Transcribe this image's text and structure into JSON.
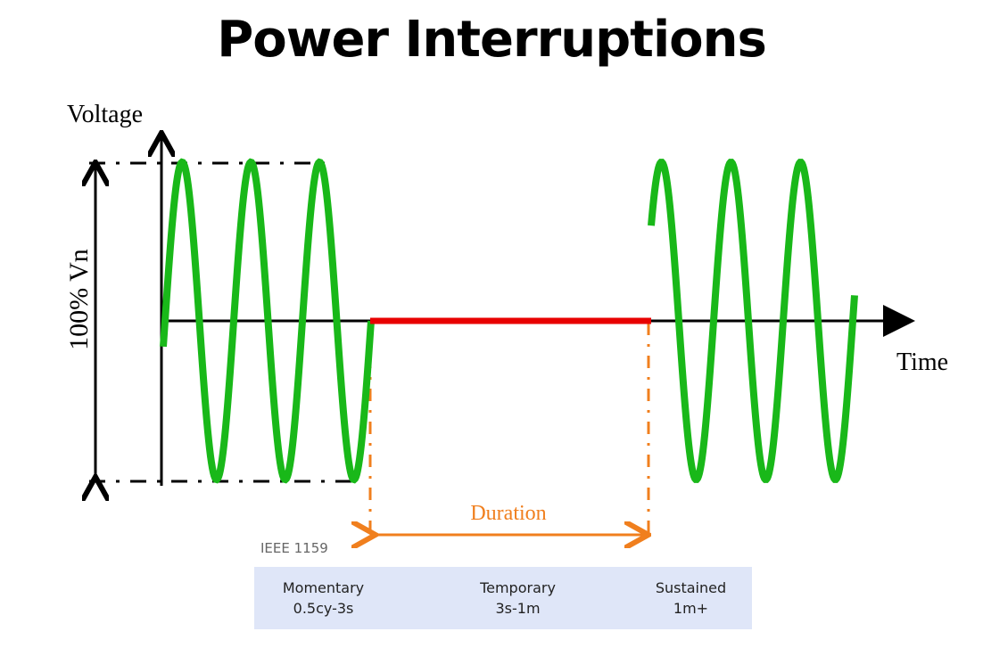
{
  "title": "Power Interruptions",
  "diagram": {
    "y_axis_label": "Voltage",
    "x_axis_label": "Time",
    "amplitude_label": "100% Vn",
    "duration_label": "Duration",
    "colors": {
      "wave": "#19b819",
      "interruption": "#e80000",
      "duration": "#f07f1e",
      "axis": "#000000"
    }
  },
  "standard": {
    "label": "IEEE 1159",
    "categories": [
      {
        "name": "Momentary",
        "range": "0.5cy-3s"
      },
      {
        "name": "Temporary",
        "range": "3s-1m"
      },
      {
        "name": "Sustained",
        "range": "1m+"
      }
    ]
  }
}
